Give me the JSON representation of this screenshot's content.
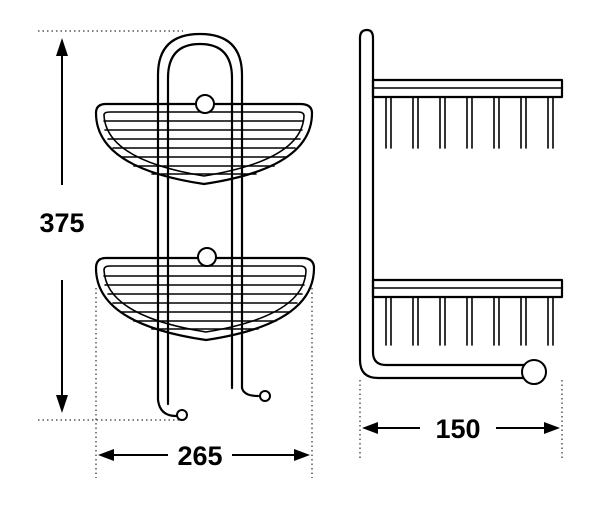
{
  "dimensions": {
    "height": "375",
    "front_width": "265",
    "side_depth": "150"
  },
  "colors": {
    "line": "#000000",
    "background": "#ffffff"
  }
}
